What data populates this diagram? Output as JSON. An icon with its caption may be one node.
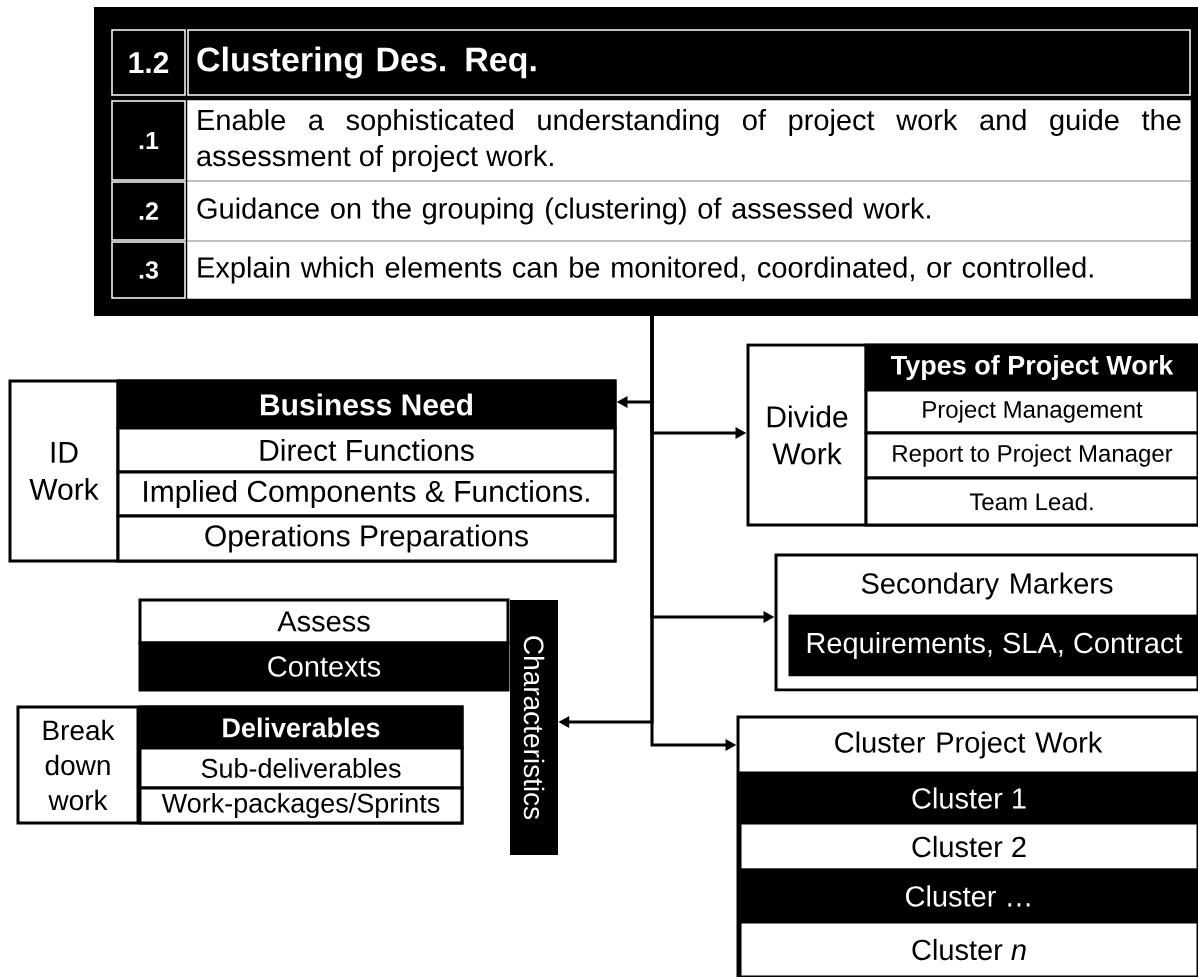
{
  "diagram": {
    "nodes": [
      {
        "text": [],
        "shape": "box"
      },
      {
        "text": [
          "1.2"
        ],
        "in": 0
      },
      {
        "text": [
          "Clustering Des. Req."
        ],
        "in": 0
      },
      {
        "text": [
          ".1"
        ],
        "in": 0
      },
      {
        "text": [
          "Enable a sophisticated understanding of project work and guide the assessment of project work."
        ],
        "in": 0
      },
      {
        "text": [
          ".2"
        ],
        "in": 0
      },
      {
        "text": [
          "Guidance on the grouping (clustering) of assessed work."
        ],
        "in": 0
      },
      {
        "text": [
          ".3"
        ],
        "in": 0
      },
      {
        "text": [
          "Explain which elements can  be monitored, coordinated, or controlled."
        ],
        "in": 0
      },
      {
        "text": [
          "ID Work"
        ]
      },
      {
        "text": [
          "Business Need"
        ],
        "in": 9
      },
      {
        "text": [
          "Direct Functions"
        ],
        "in": 9
      },
      {
        "text": [
          "Implied Components & Functions."
        ],
        "in": 9
      },
      {
        "text": [
          "Operations Preparations"
        ],
        "in": 9
      },
      {
        "text": [
          "Divide Work"
        ]
      },
      {
        "text": [
          "Types of Project Work"
        ],
        "in": 14
      },
      {
        "text": [
          "Project Management"
        ],
        "in": 14
      },
      {
        "text": [
          "Report to Project Manager"
        ],
        "in": 14
      },
      {
        "text": [
          "Team Lead."
        ],
        "in": 14
      },
      {
        "text": [
          "Secondary Markers"
        ]
      },
      {
        "text": [
          "Requirements, SLA, Contract"
        ],
        "in": 19
      },
      {
        "text": [
          "Characteristics"
        ]
      },
      {
        "text": [
          "Assess"
        ]
      },
      {
        "text": [
          "Contexts"
        ]
      },
      {
        "text": [
          "Break down work"
        ]
      },
      {
        "text": [
          "Deliverables"
        ],
        "in": 24
      },
      {
        "text": [
          "Sub-deliverables"
        ],
        "in": 24
      },
      {
        "text": [
          "Work-packages/Sprints"
        ],
        "in": 24
      },
      {
        "text": [
          "Cluster Project Work"
        ]
      },
      {
        "text": [
          "Cluster 1"
        ],
        "in": 28
      },
      {
        "text": [
          "Cluster 2"
        ],
        "in": 28
      },
      {
        "text": [
          "Cluster …"
        ],
        "in": 28
      },
      {
        "text": [
          "Cluster *n*"
        ],
        "in": 28
      }
    ],
    "edges": [
      {
        "from": 0,
        "to": 9,
        "arrow": "to"
      },
      {
        "from": 0,
        "to": 14,
        "arrow": "to"
      },
      {
        "from": 0,
        "to": 19,
        "arrow": "to"
      },
      {
        "from": 0,
        "to": 21,
        "arrow": "to"
      },
      {
        "from": 0,
        "to": 28,
        "arrow": "to"
      }
    ]
  }
}
